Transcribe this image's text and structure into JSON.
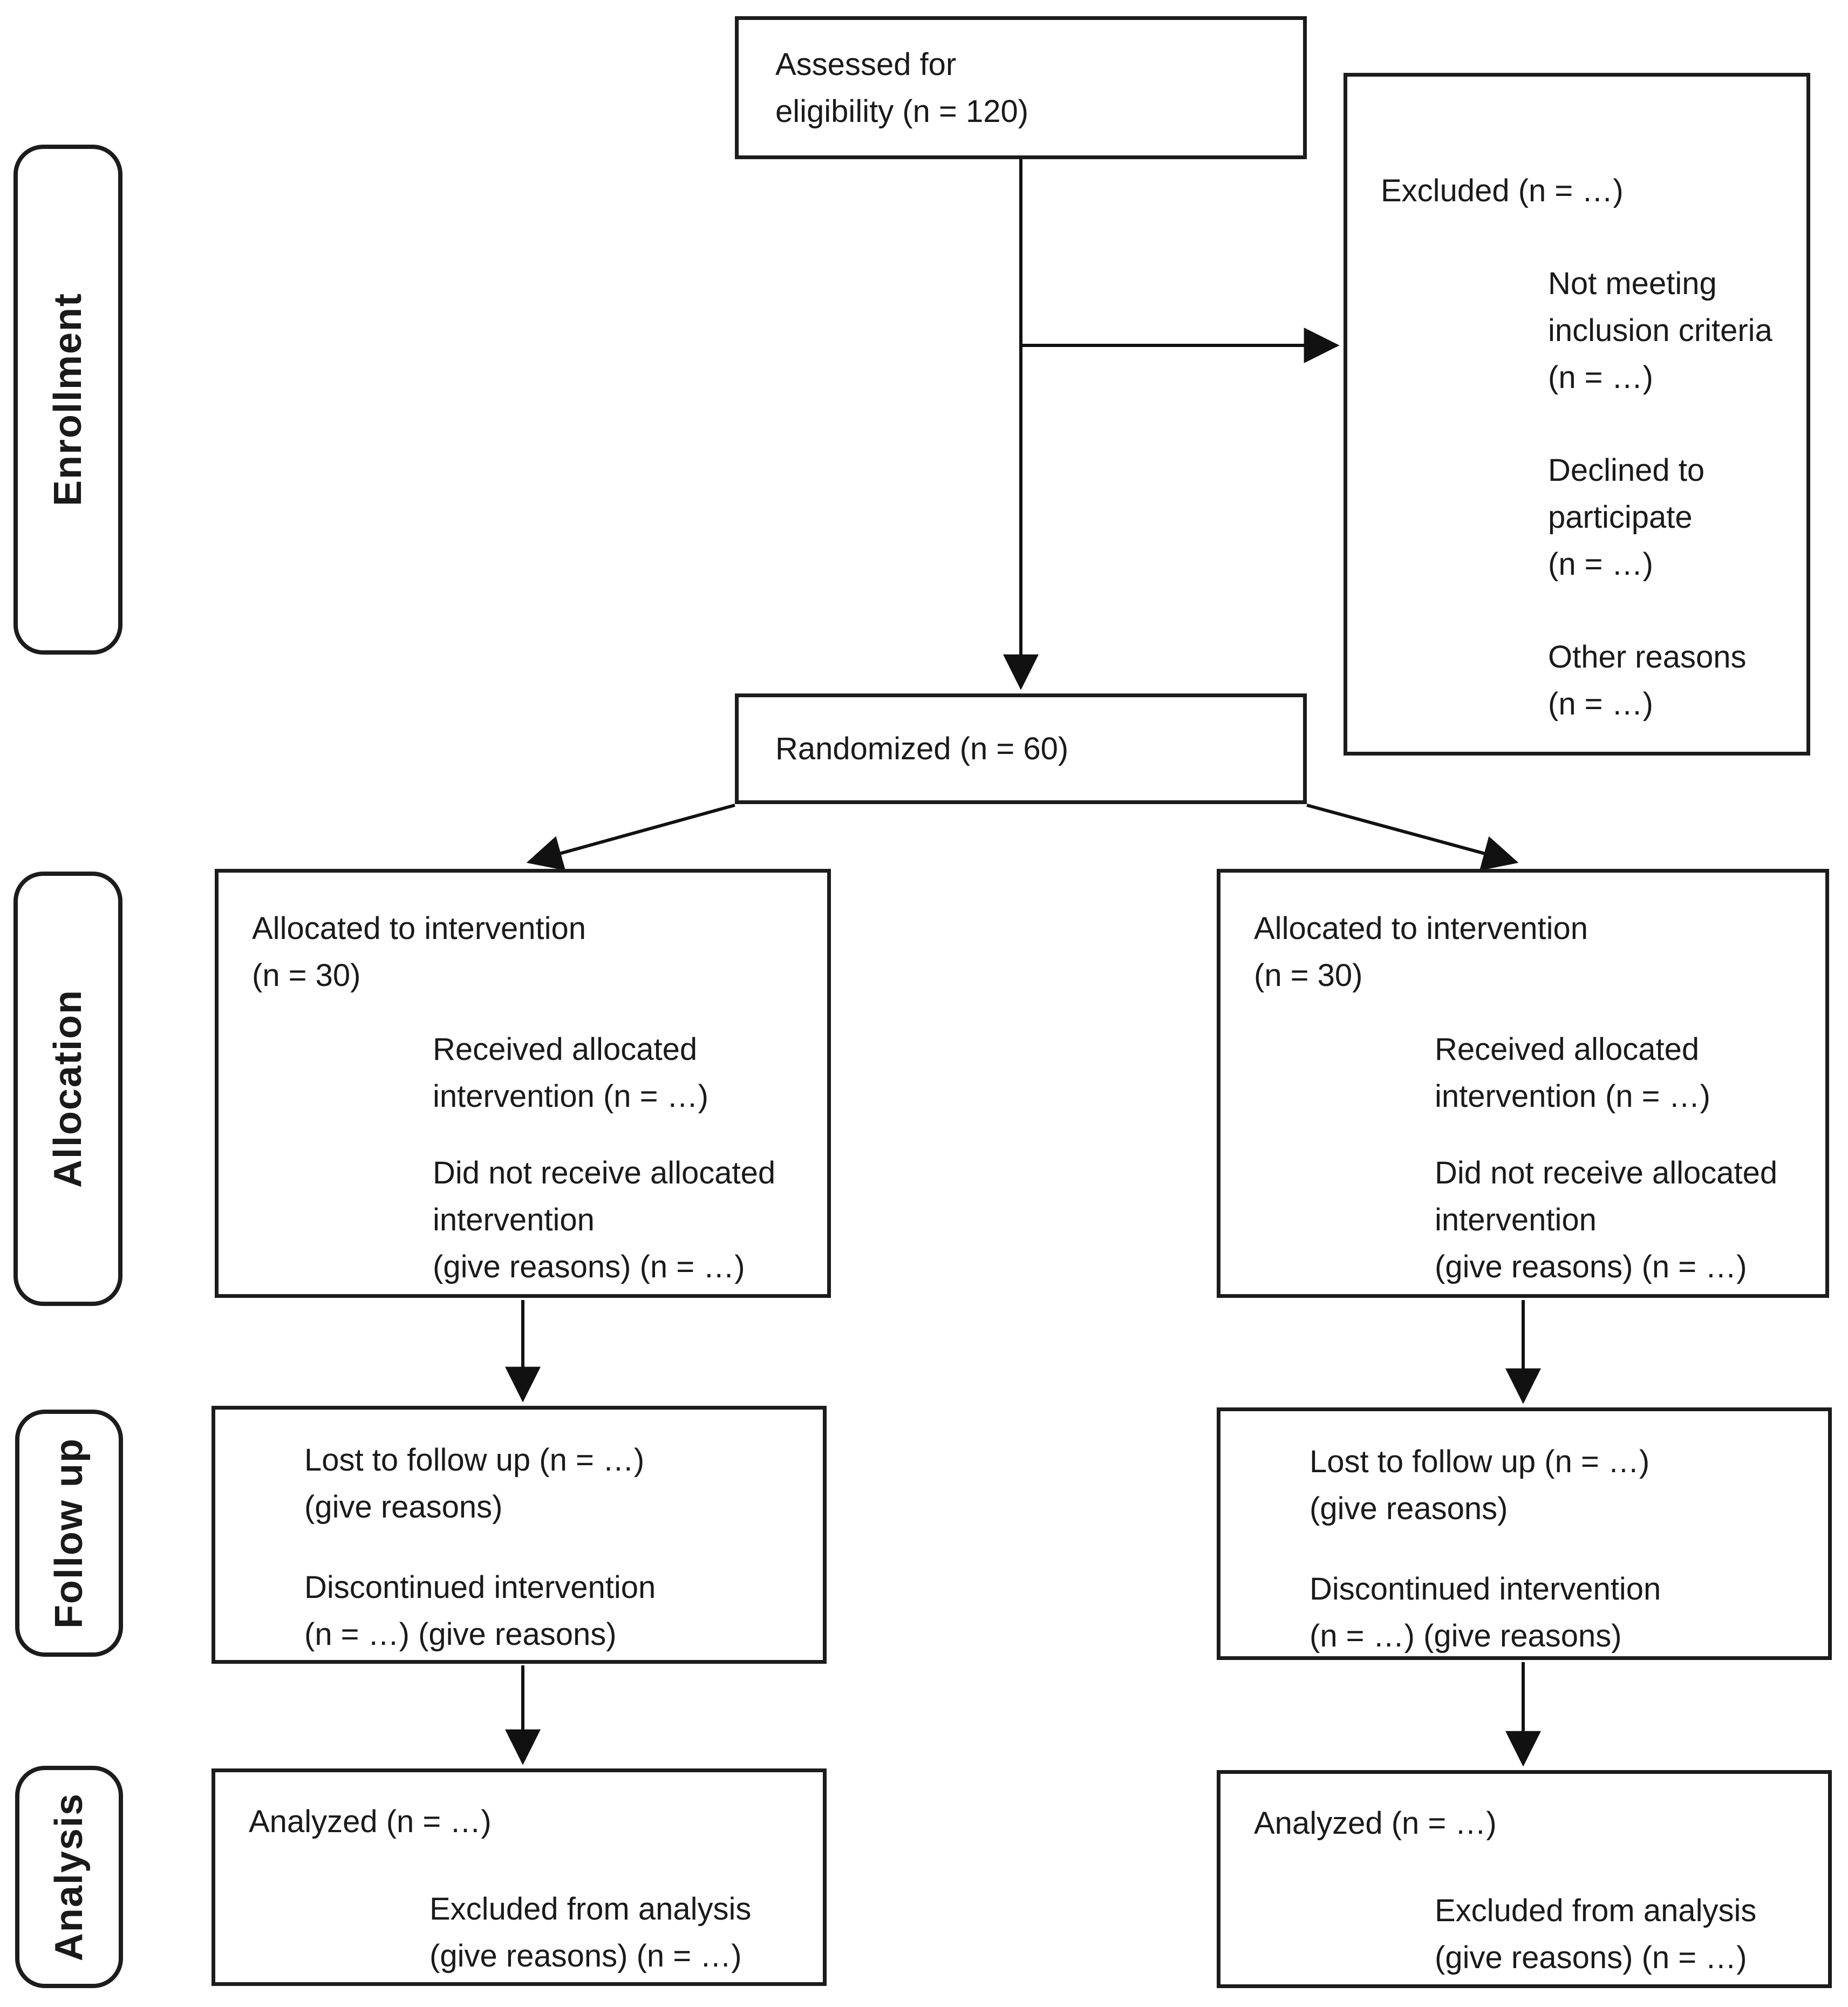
{
  "colors": {
    "ink": "#1a1a1a",
    "border": "#1c1c1c",
    "background": "#ffffff"
  },
  "stage_labels": {
    "enrollment": "Enrollment",
    "allocation": "Allocation",
    "followup": "Follow up",
    "analysis": "Analysis"
  },
  "flow": {
    "assessed": "Assessed for\neligibility (n = 120)",
    "excluded": {
      "title": "Excluded (n = …)",
      "items": [
        "Not meeting\ninclusion criteria\n(n = …)",
        "Declined to\nparticipate\n(n = …)",
        "Other reasons\n(n = …)"
      ]
    },
    "randomized": "Randomized (n = 60)",
    "arms": [
      {
        "side": "left",
        "allocated": {
          "title": "Allocated to intervention\n(n = 30)",
          "items": [
            "Received allocated\nintervention (n = …)",
            "Did not receive allocated\nintervention\n(give reasons) (n = …)"
          ]
        },
        "followup": {
          "items": [
            "Lost to follow up (n = …)\n(give reasons)",
            "Discontinued intervention\n(n = …) (give reasons)"
          ]
        },
        "analysis": {
          "title": "Analyzed (n = …)",
          "items": [
            "Excluded from analysis\n(give reasons) (n = …)"
          ]
        }
      },
      {
        "side": "right",
        "allocated": {
          "title": "Allocated to intervention\n(n = 30)",
          "items": [
            "Received allocated\nintervention (n = …)",
            "Did not receive allocated\nintervention\n(give reasons) (n = …)"
          ]
        },
        "followup": {
          "items": [
            "Lost to follow up (n = …)\n(give reasons)",
            "Discontinued intervention\n(n = …) (give reasons)"
          ]
        },
        "analysis": {
          "title": "Analyzed (n = …)",
          "items": [
            "Excluded from analysis\n(give reasons) (n = …)"
          ]
        }
      }
    ]
  }
}
